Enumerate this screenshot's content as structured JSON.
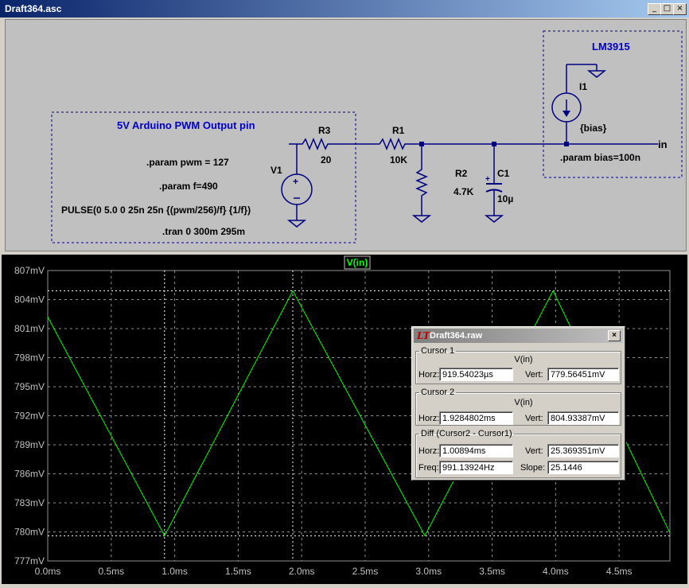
{
  "window": {
    "title": "Draft364.asc",
    "buttons": [
      "_",
      "□",
      "×"
    ]
  },
  "schematic": {
    "pwm_label": "5V Arduino PWM Output pin",
    "params": [
      ".param pwm = 127",
      ".param f=490",
      "PULSE(0 5.0 0 25n 25n {(pwm/256)/f} {1/f})",
      ".tran 0 300m 295m"
    ],
    "v1": "V1",
    "r3": {
      "name": "R3",
      "value": "20"
    },
    "r1": {
      "name": "R1",
      "value": "10K"
    },
    "r2": {
      "name": "R2",
      "value": "4.7K"
    },
    "c1": {
      "name": "C1",
      "value": "10µ"
    },
    "lm_label": "LM3915",
    "i1": {
      "name": "I1",
      "value": "{bias}"
    },
    "bias_param": ".param bias=100n",
    "net_in": "in",
    "colors": {
      "label_blue": "#0000c8",
      "wire": "#000080",
      "dash": "#000080"
    }
  },
  "chart_data": {
    "type": "line",
    "trace_name": "V(in)",
    "x_ticks": [
      "0.0ms",
      "0.5ms",
      "1.0ms",
      "1.5ms",
      "2.0ms",
      "2.5ms",
      "3.0ms",
      "3.5ms",
      "4.0ms",
      "4.5ms"
    ],
    "y_ticks": [
      "807mV",
      "804mV",
      "801mV",
      "798mV",
      "795mV",
      "792mV",
      "789mV",
      "786mV",
      "783mV",
      "780mV",
      "777mV"
    ],
    "xlim": [
      0,
      4.9
    ],
    "ylim": [
      777,
      807
    ],
    "x_units": "ms",
    "y_units": "mV",
    "series": [
      {
        "name": "V(in)",
        "color": "#00ff00",
        "x": [
          0.0,
          0.92,
          1.93,
          2.97,
          3.98,
          4.9
        ],
        "y": [
          802.2,
          779.6,
          804.9,
          779.6,
          804.9,
          779.9
        ]
      }
    ],
    "cursors": {
      "x": [
        0.92,
        1.93
      ],
      "y": [
        779.6,
        804.9
      ]
    },
    "grid": true,
    "colors": {
      "background": "#000000",
      "axis": "#909090",
      "grid": "#909090",
      "tick_text": "#c0c0c0",
      "cursor": "#ffffff"
    }
  },
  "dialog": {
    "title": "Draft364.raw",
    "close": "×",
    "cursor1": {
      "legend": "Cursor 1",
      "trace": "V(in)",
      "horz_label": "Horz:",
      "horz": "919.54023µs",
      "vert_label": "Vert:",
      "vert": "779.56451mV"
    },
    "cursor2": {
      "legend": "Cursor 2",
      "trace": "V(in)",
      "horz_label": "Horz:",
      "horz": "1.9284802ms",
      "vert_label": "Vert:",
      "vert": "804.93387mV"
    },
    "diff": {
      "legend": "Diff (Cursor2 - Cursor1)",
      "horz_label": "Horz:",
      "horz": "1.00894ms",
      "vert_label": "Vert:",
      "vert": "25.369351mV",
      "freq_label": "Freq:",
      "freq": "991.13924Hz",
      "slope_label": "Slope:",
      "slope": "25.1446"
    }
  }
}
